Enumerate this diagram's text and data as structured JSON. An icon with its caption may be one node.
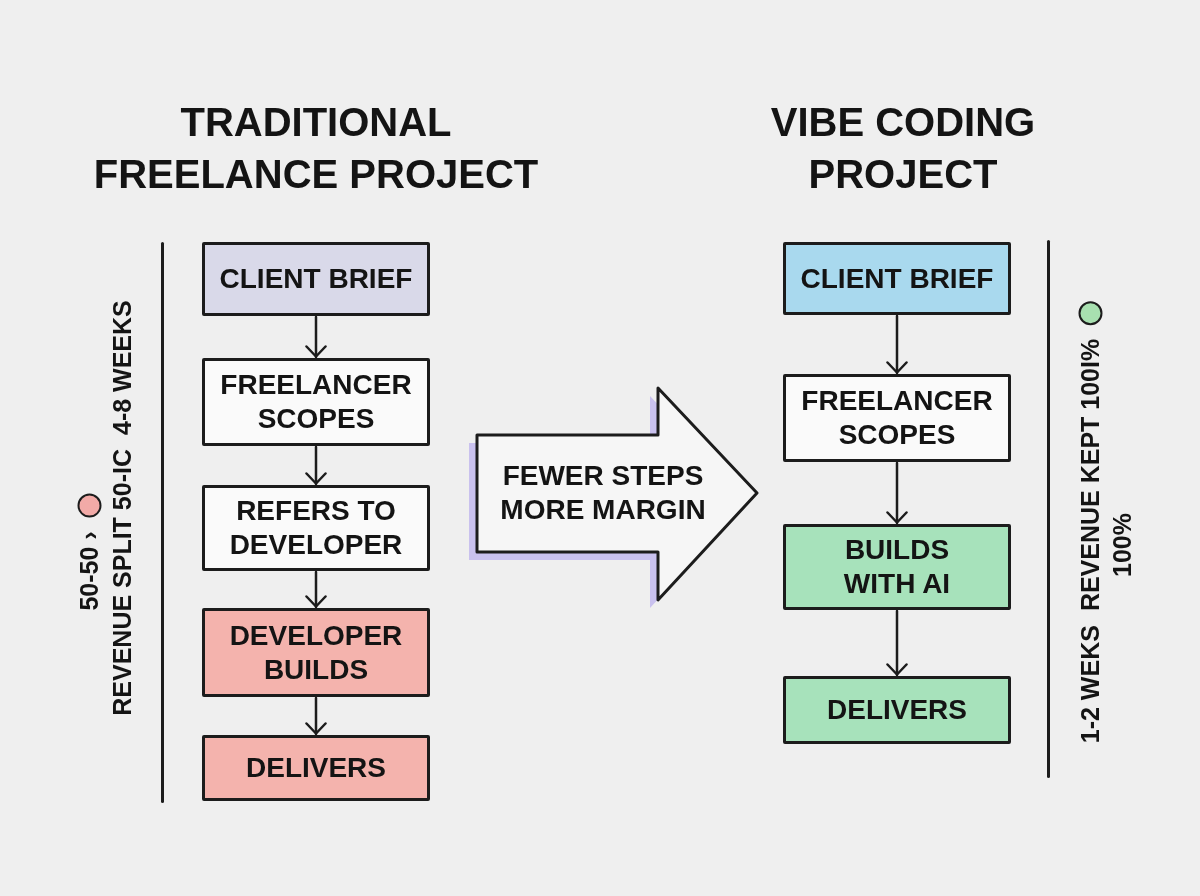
{
  "diagram": {
    "nodes": [
      {
        "text": [
          "CLIENT BRIEF"
        ]
      },
      {
        "text": [
          "FREELANCER SCOPES"
        ]
      },
      {
        "text": [
          "REFERS TO DEVELOPER"
        ]
      },
      {
        "text": [
          "DEVELOPER BUILDS"
        ]
      },
      {
        "text": [
          "DELIVERS"
        ]
      },
      {
        "text": [
          "FEWER STEPS MORE MARGIN"
        ]
      },
      {
        "text": [
          "CLIENT BRIEF"
        ]
      },
      {
        "text": [
          "FREELANCER SCOPES"
        ]
      },
      {
        "text": [
          "BUILDS WITH AI"
        ]
      },
      {
        "text": [
          "DELIVERS"
        ]
      }
    ],
    "edges": [
      {
        "from": 0,
        "to": 1,
        "arrow": "to"
      },
      {
        "from": 1,
        "to": 2,
        "arrow": "to"
      },
      {
        "from": 2,
        "to": 3,
        "arrow": "to"
      },
      {
        "from": 3,
        "to": 4,
        "arrow": "to"
      },
      {
        "from": 6,
        "to": 7,
        "arrow": "to"
      },
      {
        "from": 7,
        "to": 8,
        "arrow": "to"
      },
      {
        "from": 8,
        "to": 9,
        "arrow": "to"
      }
    ],
    "labels": [
      "TRADITIONAL FREELANCE PROJECT",
      "VIBE CODING PROJECT",
      "50-50 ›",
      "REVENUE SPLIT 50-IC",
      "4-8 WEEKS",
      "1-2 WEKS",
      "REVENUE KEPT 100I%",
      "100%"
    ]
  }
}
